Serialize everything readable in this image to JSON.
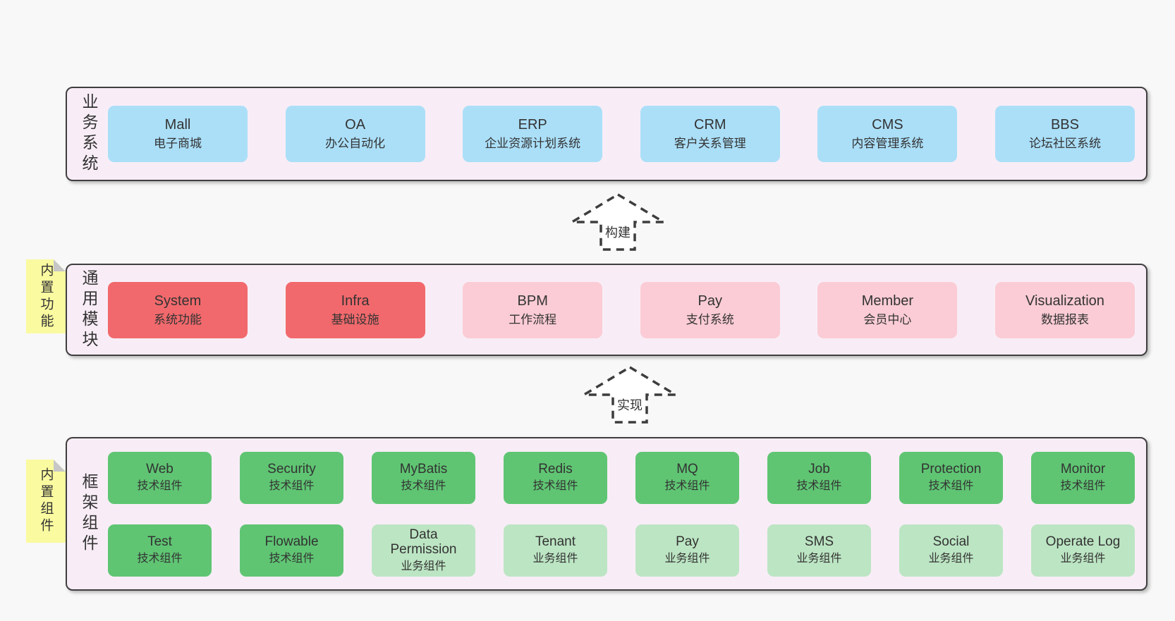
{
  "colors": {
    "page_bg": "#f8f8f8",
    "section_bg": "#f8edf6",
    "section_border": "#3f3f3f",
    "blue_box": "#abdff8",
    "red_box": "#f1696c",
    "pink_box": "#fbccd5",
    "green_dark_box": "#5fc573",
    "green_light_box": "#bce5c3",
    "note_yellow": "#fafaa0",
    "note_fold": "#c7c7c7",
    "text": "#333333"
  },
  "arrows": [
    {
      "label": "构建"
    },
    {
      "label": "实现"
    }
  ],
  "sections": {
    "business": {
      "label": "业务系统",
      "boxes": [
        {
          "title": "Mall",
          "subtitle": "电子商城",
          "variant": "blue"
        },
        {
          "title": "OA",
          "subtitle": "办公自动化",
          "variant": "blue"
        },
        {
          "title": "ERP",
          "subtitle": "企业资源计划系统",
          "variant": "blue"
        },
        {
          "title": "CRM",
          "subtitle": "客户关系管理",
          "variant": "blue"
        },
        {
          "title": "CMS",
          "subtitle": "内容管理系统",
          "variant": "blue"
        },
        {
          "title": "BBS",
          "subtitle": "论坛社区系统",
          "variant": "blue"
        }
      ]
    },
    "common": {
      "label": "通用模块",
      "note": "内置功能",
      "boxes": [
        {
          "title": "System",
          "subtitle": "系统功能",
          "variant": "red"
        },
        {
          "title": "Infra",
          "subtitle": "基础设施",
          "variant": "red"
        },
        {
          "title": "BPM",
          "subtitle": "工作流程",
          "variant": "pink"
        },
        {
          "title": "Pay",
          "subtitle": "支付系统",
          "variant": "pink"
        },
        {
          "title": "Member",
          "subtitle": "会员中心",
          "variant": "pink"
        },
        {
          "title": "Visualization",
          "subtitle": "数据报表",
          "variant": "pink"
        }
      ]
    },
    "framework": {
      "label": "框架组件",
      "note": "内置组件",
      "rows": [
        [
          {
            "title": "Web",
            "subtitle": "技术组件",
            "variant": "green-dark"
          },
          {
            "title": "Security",
            "subtitle": "技术组件",
            "variant": "green-dark"
          },
          {
            "title": "MyBatis",
            "subtitle": "技术组件",
            "variant": "green-dark"
          },
          {
            "title": "Redis",
            "subtitle": "技术组件",
            "variant": "green-dark"
          },
          {
            "title": "MQ",
            "subtitle": "技术组件",
            "variant": "green-dark"
          },
          {
            "title": "Job",
            "subtitle": "技术组件",
            "variant": "green-dark"
          },
          {
            "title": "Protection",
            "subtitle": "技术组件",
            "variant": "green-dark"
          },
          {
            "title": "Monitor",
            "subtitle": "技术组件",
            "variant": "green-dark"
          }
        ],
        [
          {
            "title": "Test",
            "subtitle": "技术组件",
            "variant": "green-dark"
          },
          {
            "title": "Flowable",
            "subtitle": "技术组件",
            "variant": "green-dark"
          },
          {
            "title": "Data Permission",
            "subtitle": "业务组件",
            "variant": "green-light"
          },
          {
            "title": "Tenant",
            "subtitle": "业务组件",
            "variant": "green-light"
          },
          {
            "title": "Pay",
            "subtitle": "业务组件",
            "variant": "green-light"
          },
          {
            "title": "SMS",
            "subtitle": "业务组件",
            "variant": "green-light"
          },
          {
            "title": "Social",
            "subtitle": "业务组件",
            "variant": "green-light"
          },
          {
            "title": "Operate Log",
            "subtitle": "业务组件",
            "variant": "green-light"
          }
        ]
      ]
    }
  }
}
